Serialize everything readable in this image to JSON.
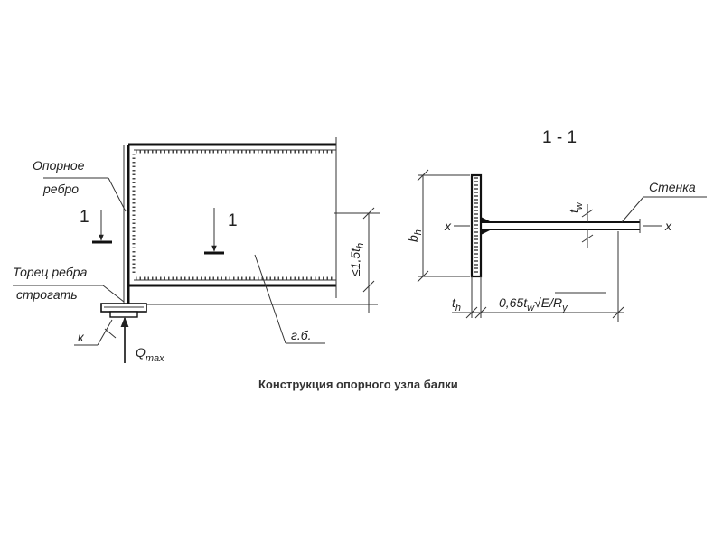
{
  "left_view": {
    "label_rib": [
      "Опорное",
      "ребро"
    ],
    "label_end": [
      "Торец ребра",
      "строгать"
    ],
    "section_mark_left": "1",
    "section_mark_right": "1",
    "dim_height": "≤1,5t",
    "dim_height_sub": "h",
    "label_k": "к",
    "label_q": "Q",
    "label_q_sub": "max",
    "label_gb": "г.б."
  },
  "right_view": {
    "title": "1 - 1",
    "label_wall": "Стенка",
    "dim_tw": "t",
    "dim_tw_sub": "w",
    "dim_bh": "b",
    "dim_bh_sub": "h",
    "axis_x": "x",
    "dim_th": "t",
    "dim_th_sub": "h",
    "dim_formula_a": "0,65t",
    "dim_formula_sub1": "w",
    "dim_formula_b": "E/R",
    "dim_formula_sub2": "y"
  },
  "caption": "Конструкция опорного узла балки"
}
